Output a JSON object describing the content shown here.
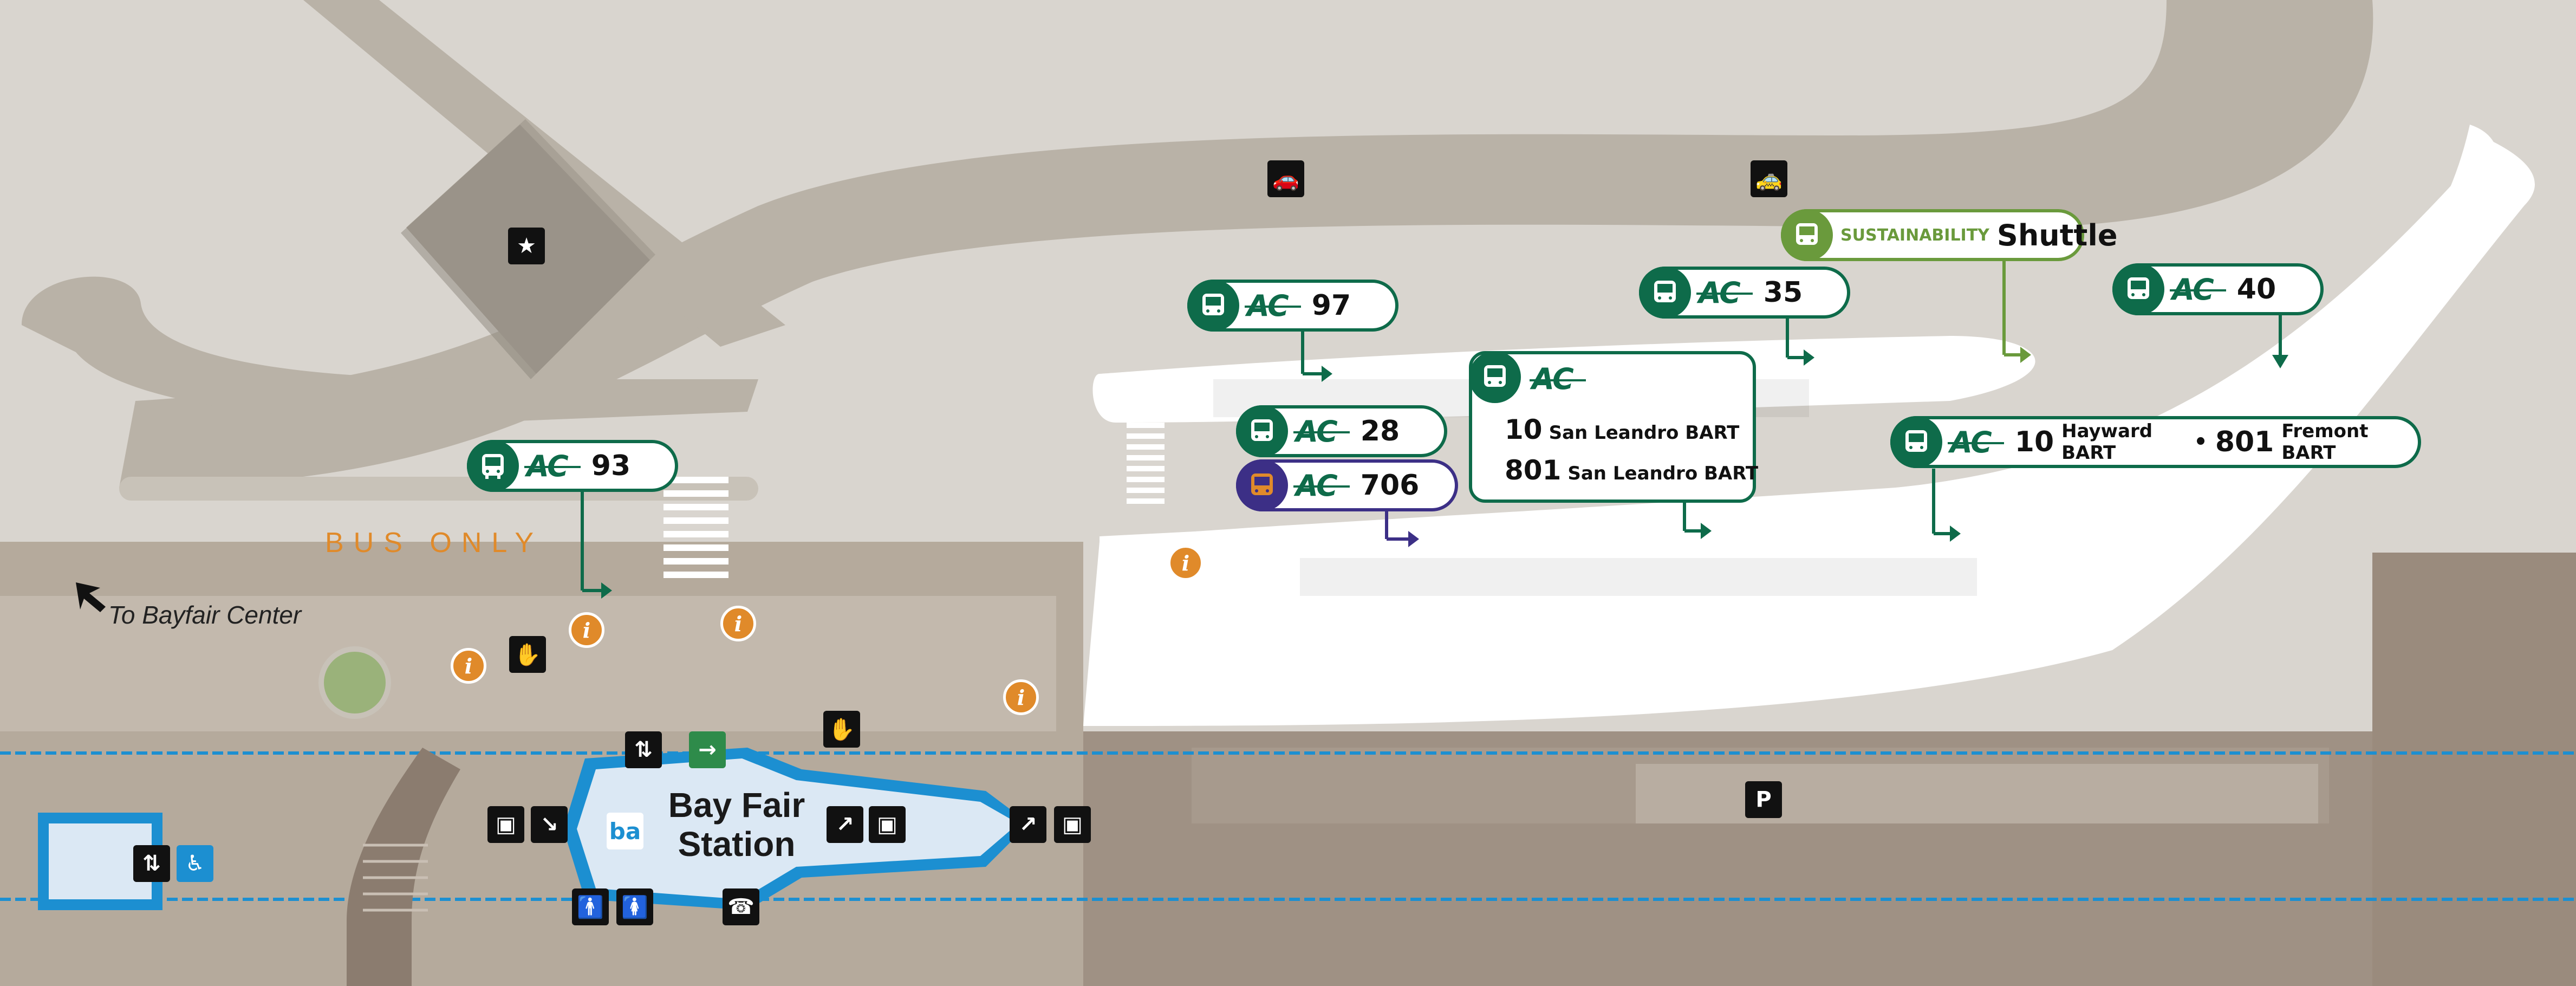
{
  "labels": {
    "bus_only": "BUS ONLY",
    "to_bayfair": "To Bayfair Center",
    "station_line1": "Bay Fair",
    "station_line2": "Station",
    "bart_logo": "ba"
  },
  "agency": {
    "logo_text": "AC",
    "shuttle_brand": "SUSTAINABILITY",
    "shuttle_label": "Shuttle"
  },
  "routes": {
    "r93": "93",
    "r97": "97",
    "r28": "28",
    "r706": "706",
    "r35": "35",
    "r40": "40",
    "box_sl": [
      {
        "num": "10",
        "dest": "San Leandro BART"
      },
      {
        "num": "801",
        "dest": "San Leandro BART"
      }
    ],
    "hayward": {
      "num1": "10",
      "dest1": "Hayward BART",
      "sep": "•",
      "num2": "801",
      "dest2": "Fremont BART"
    }
  },
  "icons": {
    "parking_bike": "P",
    "phone": "☎",
    "restroom_m": "🚹",
    "restroom_w": "🚺",
    "accessible": "♿",
    "info": "i"
  },
  "colors": {
    "ac_green": "#0e6b4a",
    "purple": "#3c2f86",
    "orange": "#e08a2a",
    "station_blue": "#1c8fd1",
    "shuttle_green": "#6a9a3c"
  }
}
